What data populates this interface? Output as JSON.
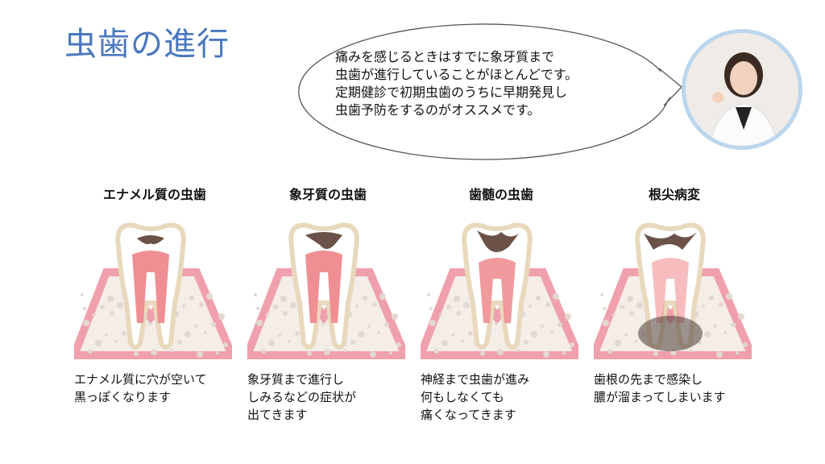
{
  "title": "虫歯の進行",
  "speech_bubble": "痛みを感じるときはすでに象牙質まで\n虫歯が進行していることがほとんどです。\n定期健診で初期虫歯のうちに早期発見し\n虫歯予防をするのがオススメです。",
  "colors": {
    "title": "#4a78bd",
    "gum": "#f0a0ac",
    "pulp": "#f08f93",
    "decay": "#6b5148",
    "avatar_border": "#bcd6ee"
  },
  "stages": [
    {
      "heading": "エナメル質の虫歯",
      "caption": "エナメル質に穴が空いて\n黒っぽくなります",
      "decay_level": 1
    },
    {
      "heading": "象牙質の虫歯",
      "caption": "象牙質まで進行し\nしみるなどの症状が\n出てきます",
      "decay_level": 2
    },
    {
      "heading": "歯髄の虫歯",
      "caption": "神経まで虫歯が進み\n何もしなくても\n痛くなってきます",
      "decay_level": 3
    },
    {
      "heading": "根尖病変",
      "caption": "歯根の先まで感染し\n膿が溜まってしまいます",
      "decay_level": 4
    }
  ]
}
